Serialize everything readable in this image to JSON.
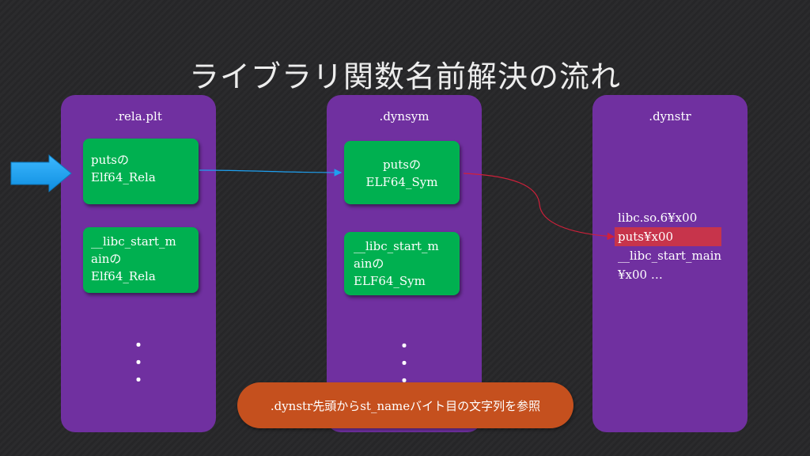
{
  "title": "ライブラリ関数名前解決の流れ",
  "columns": {
    "rela": {
      "label": ".rela.plt",
      "entry1": [
        "putsの",
        "Elf64_Rela"
      ],
      "entry2": [
        "__libc_start_m",
        "ainの",
        "Elf64_Rela"
      ],
      "dots": [
        "・",
        "・",
        "・"
      ]
    },
    "dynsym": {
      "label": ".dynsym",
      "entry1": [
        "putsの",
        "ELF64_Sym"
      ],
      "entry2": [
        "__libc_start_m",
        "ainの",
        "ELF64_Sym"
      ],
      "dots": [
        "・",
        "・",
        "・"
      ]
    },
    "dynstr": {
      "label": ".dynstr",
      "strings": [
        "libc.so.6¥x00",
        "puts¥x00",
        "__libc_start_main",
        "¥x00 …"
      ]
    }
  },
  "note": ".dynstr先頭からst_nameバイト目の文字列を参照",
  "colors": {
    "column": "#7030a0",
    "entry": "#00b050",
    "highlight": "#c7344b",
    "note": "#c5501e",
    "blue_arrow": "#1ea0f0",
    "red_arrow": "#d0203a"
  }
}
